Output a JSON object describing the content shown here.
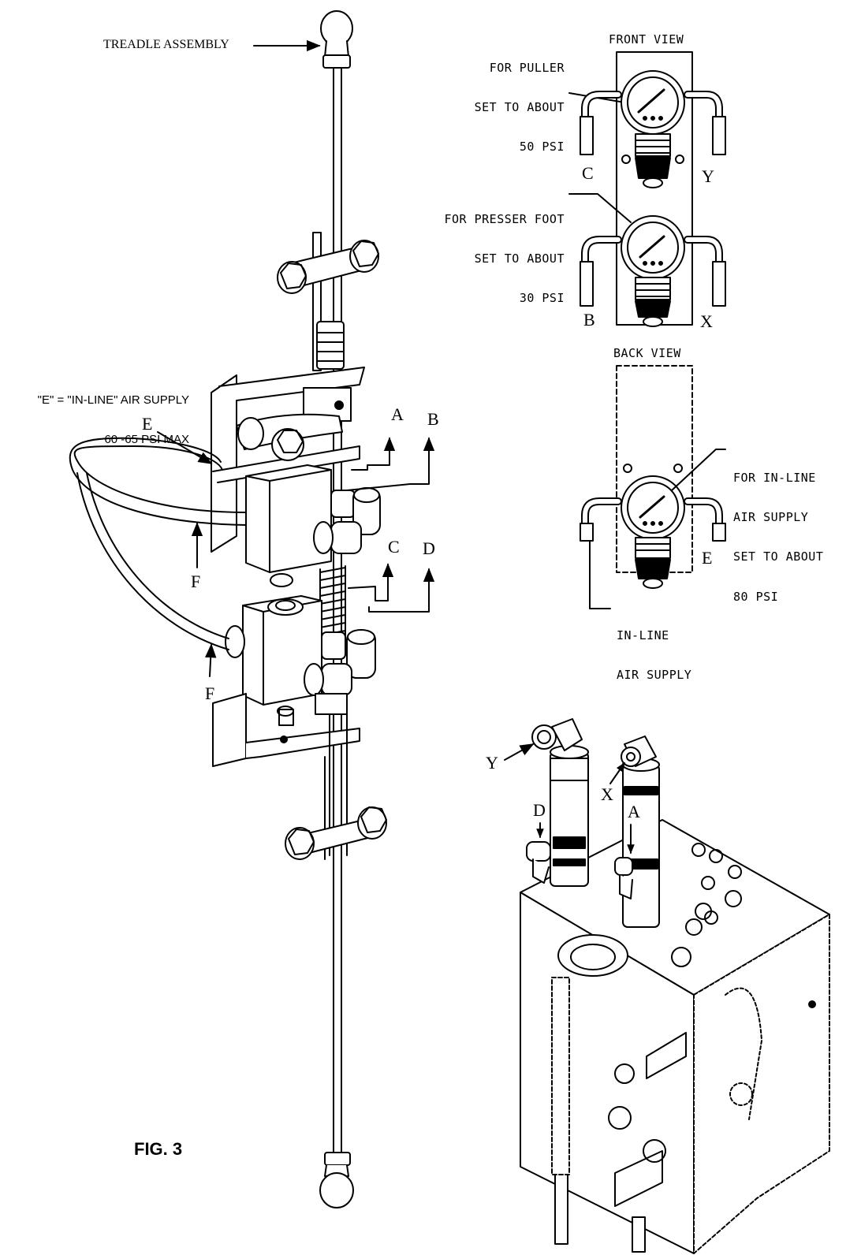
{
  "labels": {
    "treadle_assembly": "TREADLE ASSEMBLY",
    "e_supply_line1": "\"E\" = \"IN-LINE\" AIR SUPPLY",
    "e_supply_line2": "60 -65 PSI MAX",
    "front_view": "FRONT VIEW",
    "back_view": "BACK VIEW",
    "puller_line1": "FOR PULLER",
    "puller_line2": "SET TO ABOUT",
    "puller_line3": "50 PSI",
    "presser_line1": "FOR PRESSER FOOT",
    "presser_line2": "SET TO ABOUT",
    "presser_line3": "30 PSI",
    "inline_line1": "FOR IN-LINE",
    "inline_line2": "AIR SUPPLY",
    "inline_line3": "SET TO ABOUT",
    "inline_line4": "80 PSI",
    "inline_air_line1": "IN-LINE",
    "inline_air_line2": "AIR SUPPLY",
    "figure": "FIG. 3"
  },
  "letters": {
    "a_valve": "A",
    "b_valve": "B",
    "c_valve": "C",
    "d_valve": "D",
    "e_valve": "E",
    "f_upper": "F",
    "f_lower": "F",
    "c_reg": "C",
    "y_reg": "Y",
    "b_reg": "B",
    "x_reg": "X",
    "e_reg": "E",
    "y_cyl": "Y",
    "d_cyl": "D",
    "x_cyl": "X",
    "a_cyl": "A"
  }
}
